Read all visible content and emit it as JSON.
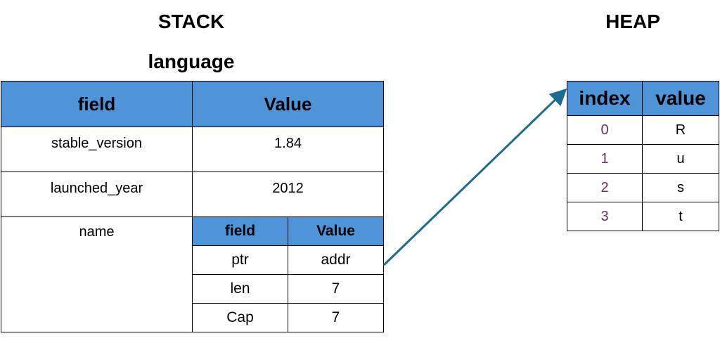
{
  "stack_title": "STACK",
  "heap_title": "HEAP",
  "struct_name": "language",
  "stack_table": {
    "headers": [
      "field",
      "Value"
    ],
    "rows": [
      {
        "field": "stable_version",
        "value": "1.84"
      },
      {
        "field": "launched_year",
        "value": "2012"
      }
    ],
    "name_row": {
      "field": "name",
      "nested": {
        "headers": [
          "field",
          "Value"
        ],
        "rows": [
          {
            "field": "ptr",
            "value": "addr"
          },
          {
            "field": "len",
            "value": "7"
          },
          {
            "field": "Cap",
            "value": "7"
          }
        ]
      }
    }
  },
  "heap_table": {
    "headers": [
      "index",
      "value"
    ],
    "rows": [
      {
        "index": "0",
        "value": "R"
      },
      {
        "index": "1",
        "value": "u"
      },
      {
        "index": "2",
        "value": "s"
      },
      {
        "index": "3",
        "value": "t"
      }
    ]
  },
  "colors": {
    "header_fill": "#4f93d8",
    "arrow": "#1f6b8f",
    "index_text": "#6b2d6b"
  }
}
